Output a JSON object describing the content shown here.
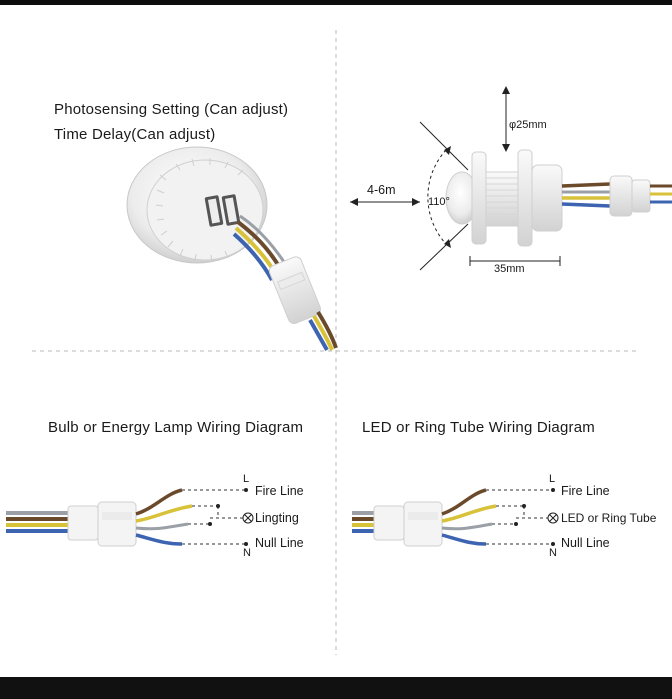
{
  "top_left": {
    "photosensing": "Photosensing Setting (Can adjust)",
    "time_delay": "Time Delay(Can adjust)"
  },
  "top_right": {
    "range": "4-6m",
    "angle": "110°",
    "diameter": "φ25mm",
    "length": "35mm"
  },
  "bottom_left": {
    "title": "Bulb or Energy Lamp Wiring Diagram",
    "l_marker": "L",
    "n_marker": "N",
    "fire": "Fire Line",
    "load": "Lingting",
    "null": "Null Line"
  },
  "bottom_right": {
    "title": "LED or Ring Tube Wiring Diagram",
    "l_marker": "L",
    "n_marker": "N",
    "fire": "Fire Line",
    "load": "LED or Ring Tube",
    "null": "Null Line"
  },
  "colors": {
    "wire_brown": "#6b4a2b",
    "wire_yellow": "#d8c23a",
    "wire_blue": "#3d64b0",
    "wire_grey": "#9aa0a6",
    "connector_white": "#f4f4f4"
  }
}
